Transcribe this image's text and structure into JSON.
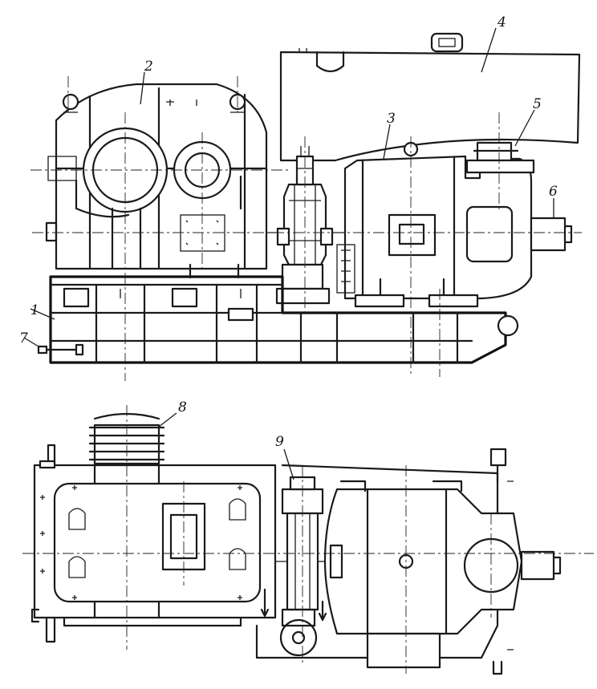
{
  "figure": {
    "callouts": [
      {
        "id": "1",
        "text": "1"
      },
      {
        "id": "2",
        "text": "2"
      },
      {
        "id": "3",
        "text": "3"
      },
      {
        "id": "4",
        "text": "4"
      },
      {
        "id": "5",
        "text": "5"
      },
      {
        "id": "6",
        "text": "6"
      },
      {
        "id": "7",
        "text": "7"
      },
      {
        "id": "8",
        "text": "8"
      },
      {
        "id": "9",
        "text": "9"
      }
    ]
  }
}
